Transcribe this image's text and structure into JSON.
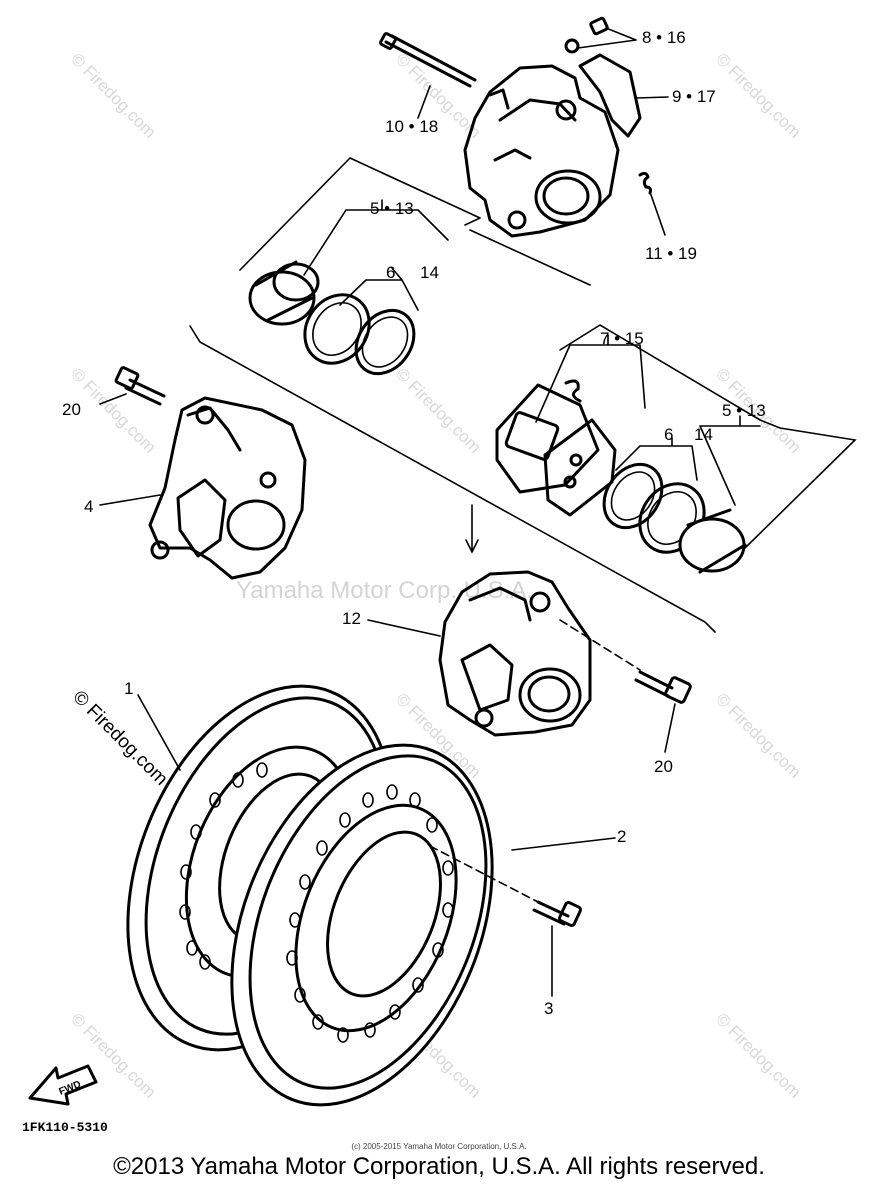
{
  "watermarks": {
    "site": "© Firedog.com",
    "center": "Yamaha Motor Corp. U.S.A."
  },
  "callouts": {
    "c1": "1",
    "c2": "2",
    "c3": "3",
    "c4": "4",
    "c5_13_a": "5 • 13",
    "c5_13_b": "5 • 13",
    "c6_a": "6",
    "c14_a": "14",
    "c6_b": "6",
    "c14_b": "14",
    "c7_15": "7 • 15",
    "c8_16": "8 • 16",
    "c9_17": "9 • 17",
    "c10_18": "10 • 18",
    "c11_19": "11 • 19",
    "c12": "12",
    "c20_a": "20",
    "c20_b": "20"
  },
  "fwd_label": "FWD",
  "diagram_code": "1FK110-5310",
  "small_footer": "(c) 2005-2015 Yamaha Motor Corporation, U.S.A.",
  "copyright": "©2013 Yamaha Motor Corporation, U.S.A. All rights reserved."
}
